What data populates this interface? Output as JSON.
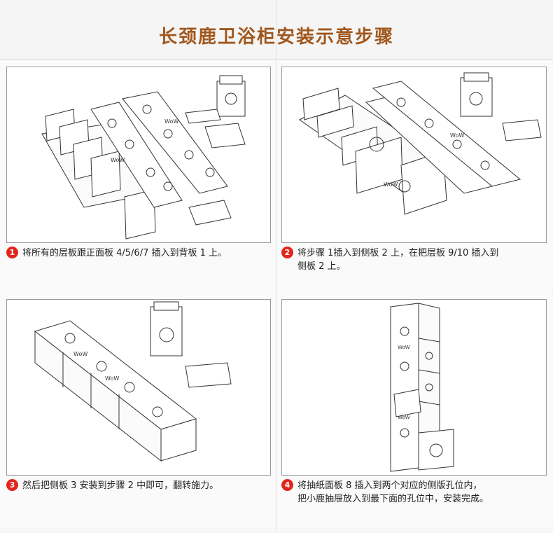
{
  "header": {
    "title": "长颈鹿卫浴柜安装示意步骤"
  },
  "steps": [
    {
      "number": "1",
      "line1": "将所有的层板跟正面板 4/5/6/7 插入到背板 1 上。",
      "line2": ""
    },
    {
      "number": "2",
      "line1": "将步骤 1插入到侧板 2 上，在把层板 9/10 插入到",
      "line2": "侧板 2 上。"
    },
    {
      "number": "3",
      "line1": "然后把侧板 3 安装到步骤 2 中即可，翻转施力。",
      "line2": ""
    },
    {
      "number": "4",
      "line1": "将抽纸面板 8 插入到两个对应的侧版孔位内，",
      "line2": "把小鹿抽屉放入到最下面的孔位中，安装完成。"
    }
  ],
  "board_labels": {
    "wow": "WoW"
  },
  "colors": {
    "title": "#a0581f",
    "badge": "#e0261d",
    "line": "#333333"
  }
}
